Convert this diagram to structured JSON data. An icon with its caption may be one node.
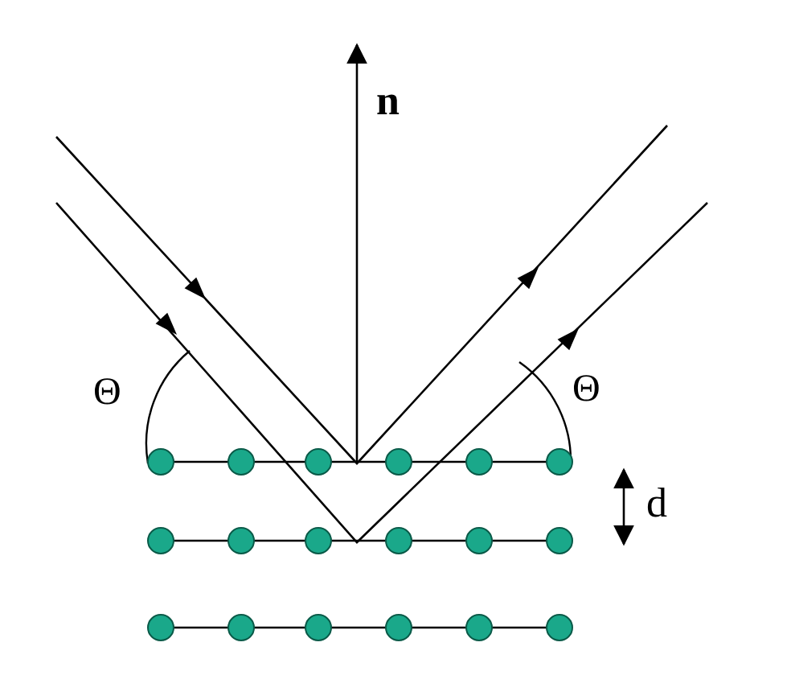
{
  "diagram": {
    "labels": [
      "n",
      "Θ",
      "Θ",
      "d"
    ]
  }
}
